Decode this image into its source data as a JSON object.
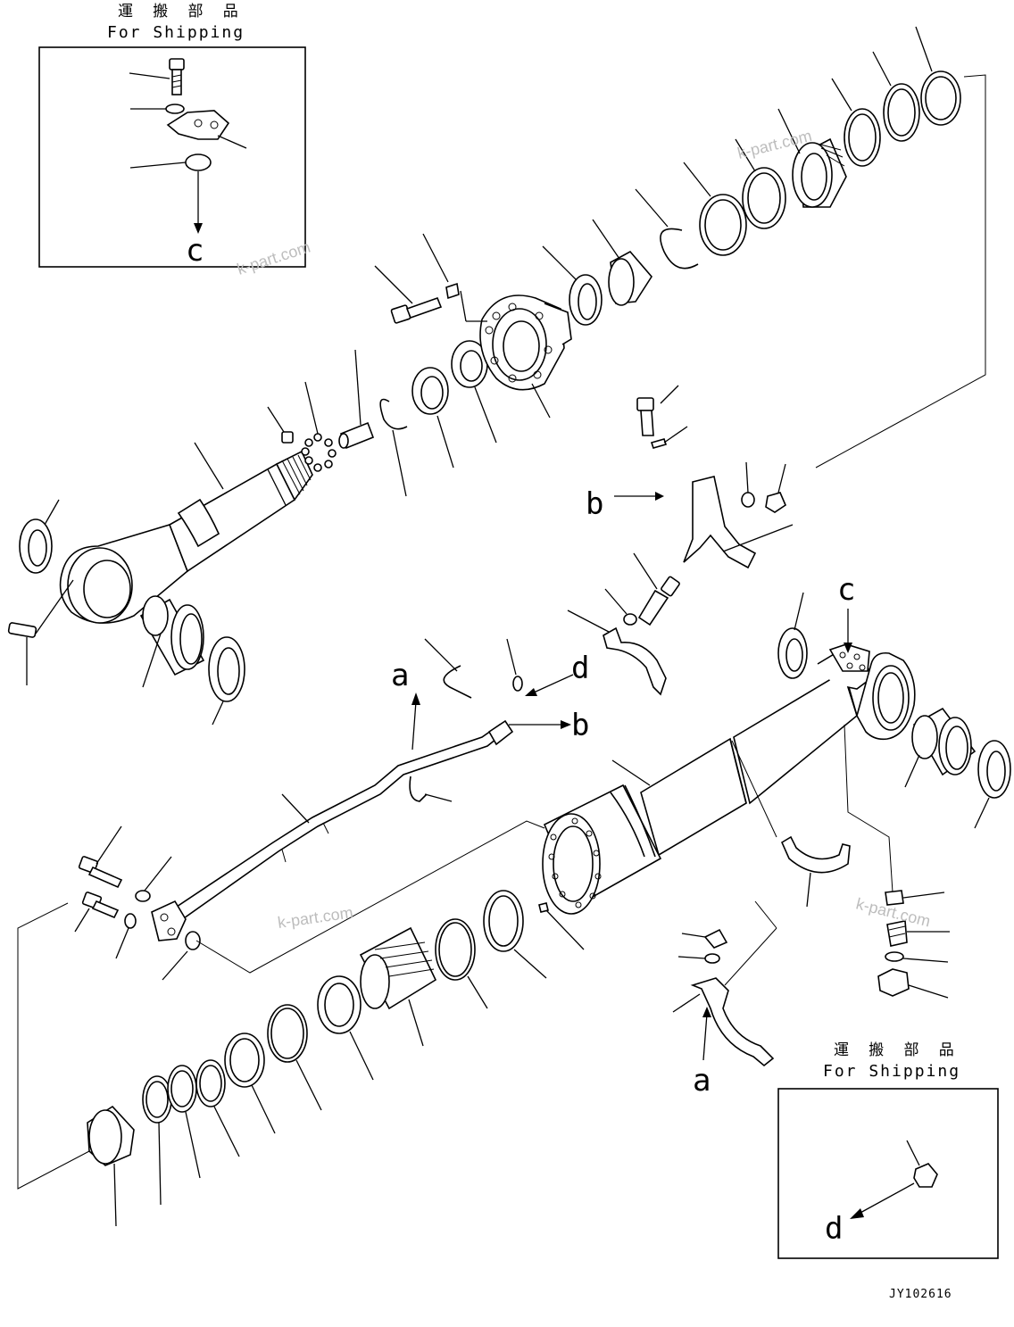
{
  "shipping_boxes": [
    {
      "label_jp": "運 搬 部 品",
      "label_en": "For Shipping",
      "ref": "c"
    },
    {
      "label_jp": "運 搬 部 品",
      "label_en": "For Shipping",
      "ref": "d"
    }
  ],
  "callouts": {
    "a_top": "a",
    "a_bottom": "a",
    "b_left": "b",
    "b_right": "b",
    "c_box": "c",
    "c_main": "c",
    "d_pipe": "d",
    "d_box": "d"
  },
  "watermarks": [
    "k-part.com",
    "k-part.com",
    "k-part.com",
    "k-part.com"
  ],
  "drawing_code": "JY102616"
}
